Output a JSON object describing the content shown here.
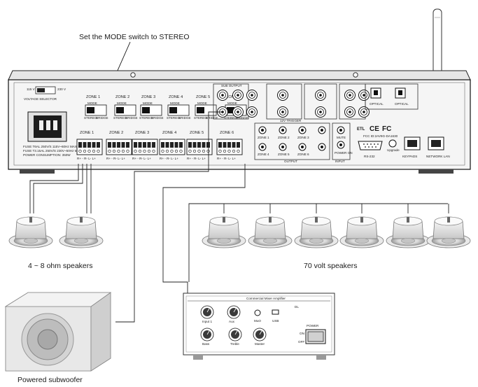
{
  "callout": {
    "mode_instruction": "Set the MODE switch to STEREO"
  },
  "amplifier": {
    "voltage_selector": {
      "left_value": "115 V",
      "right_value": "230 V",
      "label": "VOLTAGE SELECTOR"
    },
    "fuse_text": [
      "FUSE T6AL 250V/S 115V~60Hz MAX 5A",
      "FUSE T3.15AL 250V/S 230V~50Hz MAX 3A",
      "POWER CONSUMPTION: 350W"
    ],
    "zones": [
      {
        "name": "ZONE 1",
        "mode_label": "MODE",
        "stereo": "STEREO",
        "bridge": "BRIDGE"
      },
      {
        "name": "ZONE 2",
        "mode_label": "MODE",
        "stereo": "STEREO",
        "bridge": "BRIDGE"
      },
      {
        "name": "ZONE 3",
        "mode_label": "MODE",
        "stereo": "STEREO",
        "bridge": "BRIDGE"
      },
      {
        "name": "ZONE 4",
        "mode_label": "MODE",
        "stereo": "STEREO",
        "bridge": "BRIDGE"
      },
      {
        "name": "ZONE 5",
        "mode_label": "MODE",
        "stereo": "STEREO",
        "bridge": "BRIDGE"
      },
      {
        "name": "ZONE 6",
        "mode_label": "MODE",
        "stereo": "STEREO",
        "bridge": "BRIDGE"
      }
    ],
    "terminal_labels": "R+ - R- L- L+",
    "sub_out_label": "SUB OUTPUT",
    "trigger_title": "12V TRIGGER",
    "trigger_zones": [
      "ZONE 1",
      "ZONE 2",
      "ZONE 3",
      "ZONE 4",
      "ZONE 5",
      "ZONE 6"
    ],
    "output_label": "OUTPUT",
    "input_label": "INPUT",
    "mute_label": "MUTE",
    "power_on_label": "POWER ON",
    "optical_labels": [
      "OPTICAL",
      "OPTICAL"
    ],
    "ethl_mark": "ETL",
    "ce_mark": "CE",
    "fc_mark": "FC",
    "fcc_id": "FCC ID:2AV9G-DA1630",
    "rs232_label": "RS-232",
    "upgrade_label": "Upgrade",
    "keypads_label": "KEYPADS",
    "network_label": "NETWORK LAN",
    "antenna_label": "Wi-Fi"
  },
  "speakers": {
    "low_impedance_label": "4 ~ 8 ohm speakers",
    "seventy_volt_label": "70 volt speakers"
  },
  "subwoofer": {
    "label": "Powered subwoofer"
  },
  "mixer": {
    "title": "Commercial Mixer Amplifier",
    "knob_labels": [
      "Input 1",
      "Bass",
      "Treble",
      "Master",
      "Aux"
    ],
    "jack_labels": [
      "MuO",
      "USB"
    ],
    "dl_label": "DL",
    "power_label": "POWER",
    "on_label": "ON",
    "off_label": "OFF"
  }
}
